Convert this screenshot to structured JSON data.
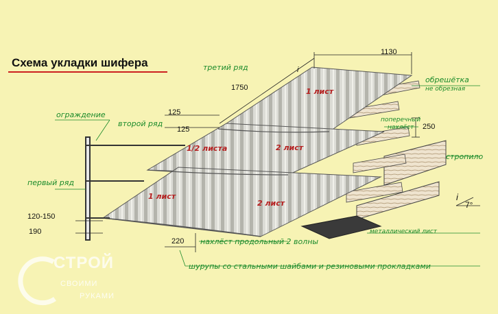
{
  "title": "Схема укладки шифера",
  "labels": {
    "third_row": "третий ряд",
    "second_row": "второй ряд",
    "first_row": "первый ряд",
    "fence": "ограждение",
    "batten": "обрешётка",
    "batten_sub": "не обрезная",
    "cross_overlap_1": "поперечный",
    "cross_overlap_2": "нахлёст",
    "rafter": "стропило",
    "metal_sheet": "металлический лист",
    "long_overlap": "нахлёст продольный 2 волны",
    "screws": "шурупы со стальными шайбами и резиновыми прокладками",
    "sheet_1_top": "1 лист",
    "half_sheet": "1/2 листа",
    "sheet_2_mid": "2 лист",
    "sheet_1_bottom": "1 лист",
    "sheet_2_bottom": "2 лист"
  },
  "dimensions": {
    "d1130": "1130",
    "d1750": "1750",
    "d125a": "125",
    "d125b": "125",
    "d250": "250",
    "d120_150": "120-150",
    "d190": "190",
    "d220": "220",
    "slope_i": "i",
    "slope_i_top": "i",
    "angle": "7°"
  },
  "watermark": {
    "line1": "СТРОЙ",
    "line2": "СВОИМИ",
    "line3": "РУКАМИ"
  },
  "colors": {
    "background": "#f7f3b4",
    "label_green": "#1a8a2a",
    "sheet_red": "#b52020",
    "title_underline": "#cc1f1f"
  }
}
